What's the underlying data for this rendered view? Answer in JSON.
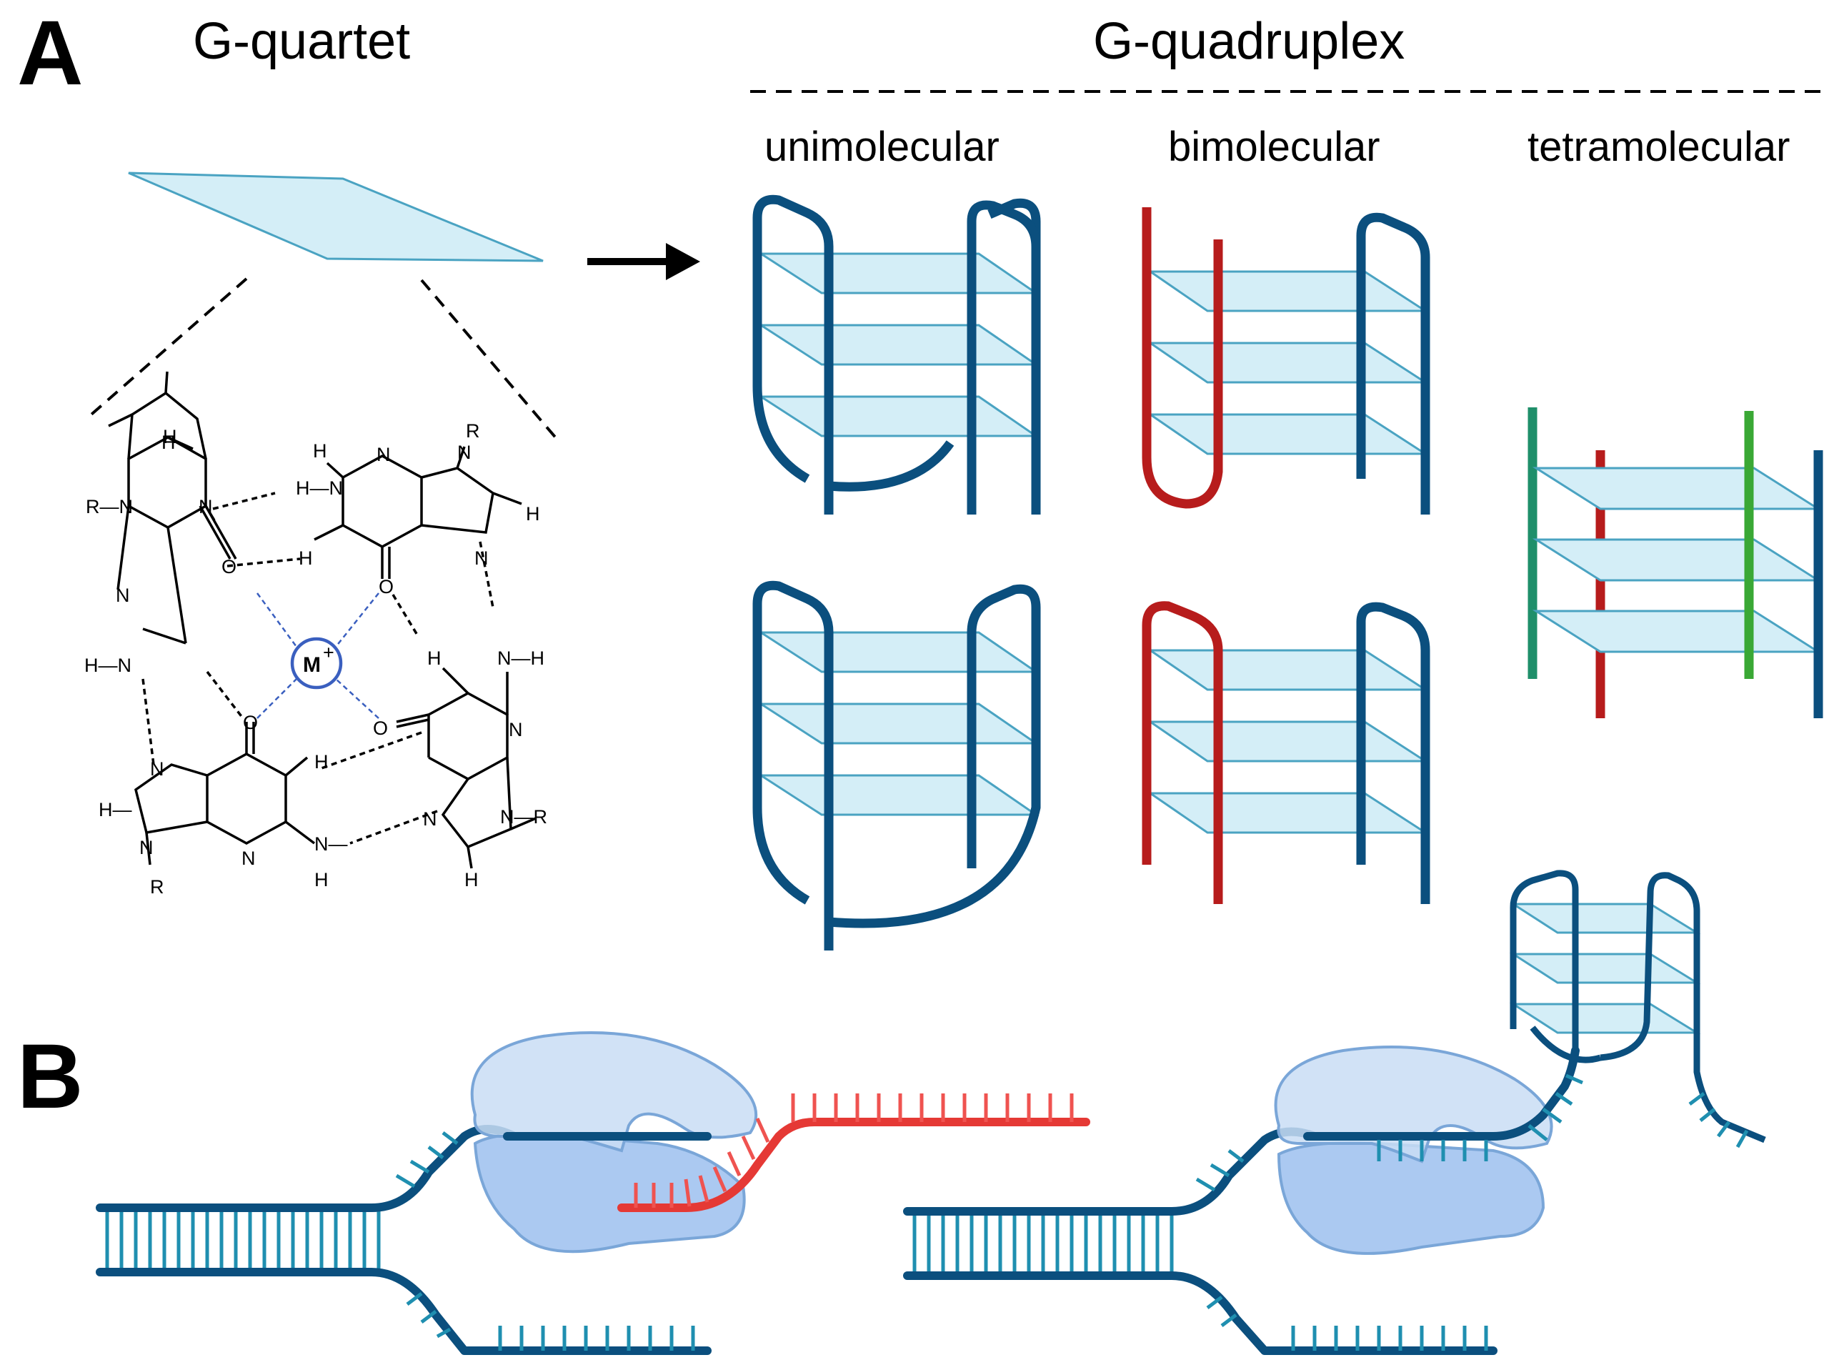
{
  "panel_a": {
    "letter": "A",
    "quartet_title": "G-quartet",
    "quadruplex_title": "G-quadruplex",
    "categories": [
      "unimolecular",
      "bimolecular",
      "tetramolecular"
    ],
    "cation": "M",
    "cation_charge": "+"
  },
  "panel_b": {
    "letter": "B"
  },
  "colors": {
    "backbone_blue": "#0b4f7e",
    "strand_red": "#b71c1c",
    "strand_green": "#1f8f6a",
    "strand_lightgreen": "#3aa835",
    "quartet_fill": "#d4eef7",
    "quartet_edge": "#4aa3c2",
    "rna": "#e53935",
    "base_rung": "#1f8fb0",
    "enzyme": "#9cc0ee"
  }
}
